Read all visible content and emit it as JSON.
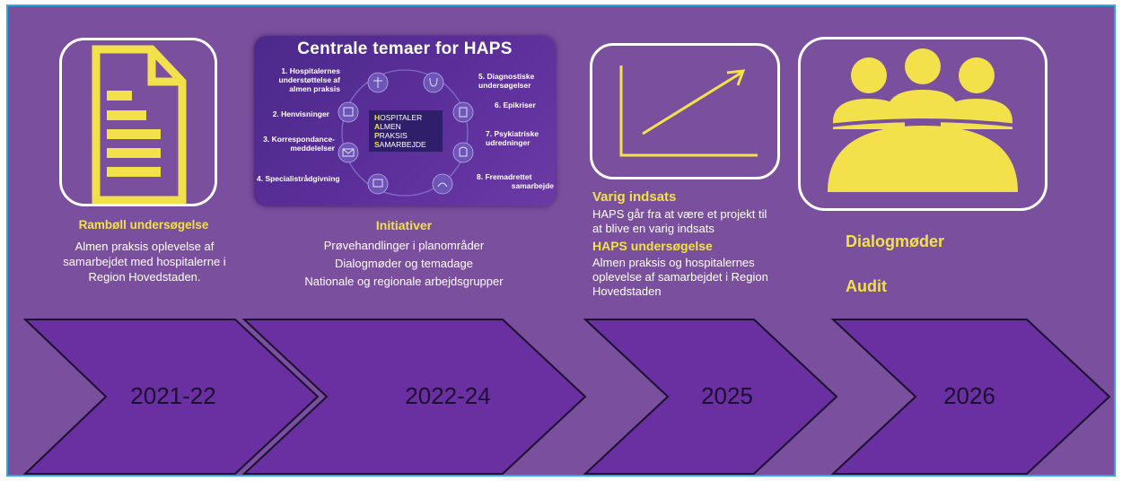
{
  "col1": {
    "heading": "Rambøll undersøgelse",
    "lines": [
      "Almen praksis oplevelse af",
      "samarbejdet med hospitalerne i",
      "Region Hovedstaden."
    ]
  },
  "haps_card": {
    "title": "Centrale temaer for HAPS",
    "left_items": [
      [
        "1. Hospitalernes",
        "understøttelse af",
        "almen praksis"
      ],
      [
        "2. Henvisninger"
      ],
      [
        "3. Korrespondance-",
        "meddelelser"
      ],
      [
        "4. Specialistrådgivning"
      ]
    ],
    "right_items": [
      [
        "5. Diagnostiske",
        "undersøgelser"
      ],
      [
        "6. Epikriser"
      ],
      [
        "7. Psykiatriske",
        "udredninger"
      ],
      [
        "8. Fremadrettet",
        "samarbejde"
      ]
    ],
    "acronym": [
      {
        "letter": "H",
        "rest": "OSPITALER"
      },
      {
        "letter": "A",
        "rest": "LMEN"
      },
      {
        "letter": "P",
        "rest": "RAKSIS"
      },
      {
        "letter": "S",
        "rest": "AMARBEJDE"
      }
    ]
  },
  "col2": {
    "heading": "Initiativer",
    "lines": [
      "Prøvehandlinger i planområder",
      "Dialogmøder og temadage",
      "Nationale og regionale arbejdsgrupper"
    ]
  },
  "col3": {
    "heading1": "Varig indsats",
    "lines1": [
      "HAPS går fra at være et projekt til",
      "at blive en varig indsats"
    ],
    "heading2": "HAPS undersøgelse",
    "lines2": [
      "Almen praksis og hospitalernes",
      "oplevelse af samarbejdet i Region",
      "Hovedstaden"
    ]
  },
  "col4": {
    "item1": "Dialogmøder",
    "item2": "Audit"
  },
  "timeline": [
    "2021-22",
    "2022-24",
    "2025",
    "2026"
  ],
  "colors": {
    "background": "#7a4f9e",
    "border": "#2ba9e1",
    "accent_yellow": "#f2e14a",
    "arrow_fill": "#6a2fa0"
  },
  "icons": [
    "document-icon",
    "haps-theme-wheel",
    "growth-chart-icon",
    "meeting-people-icon"
  ]
}
